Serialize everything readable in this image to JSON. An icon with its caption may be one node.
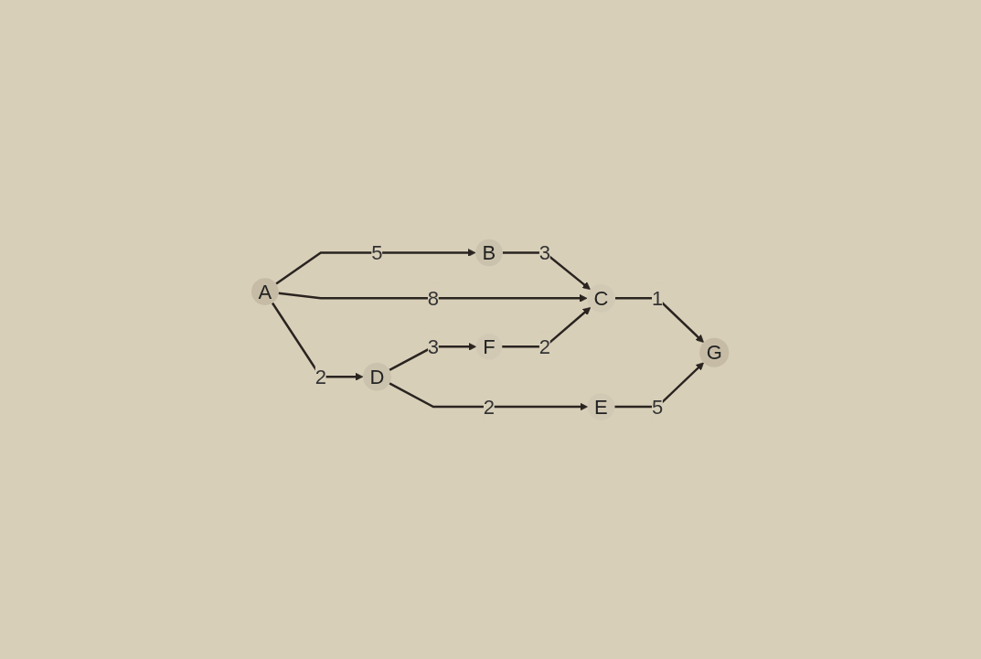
{
  "diagram": {
    "nodes": [
      {
        "text": [
          "B"
        ]
      },
      {
        "text": [
          "C"
        ]
      },
      {
        "text": [
          "A"
        ]
      },
      {
        "text": [
          "G"
        ]
      },
      {
        "text": [
          "F"
        ]
      },
      {
        "text": [
          "E"
        ]
      },
      {
        "text": [
          "D"
        ]
      }
    ],
    "edges": [
      {
        "from": 2,
        "to": 0,
        "arrow": "to",
        "label": "5"
      },
      {
        "from": 0,
        "to": 1,
        "arrow": "to",
        "label": "3"
      },
      {
        "from": 2,
        "to": 1,
        "arrow": "to",
        "label": "8"
      },
      {
        "from": 1,
        "to": 3,
        "arrow": "to",
        "label": "1"
      },
      {
        "from": 4,
        "to": 1,
        "arrow": "to",
        "label": "2"
      },
      {
        "from": 2,
        "to": 6,
        "arrow": "to",
        "label": "2"
      },
      {
        "from": 6,
        "to": 4,
        "arrow": "to",
        "label": "3"
      },
      {
        "from": 5,
        "to": 3,
        "arrow": "to",
        "label": "5"
      },
      {
        "from": 6,
        "to": 5,
        "arrow": "to",
        "label": "2"
      }
    ]
  }
}
